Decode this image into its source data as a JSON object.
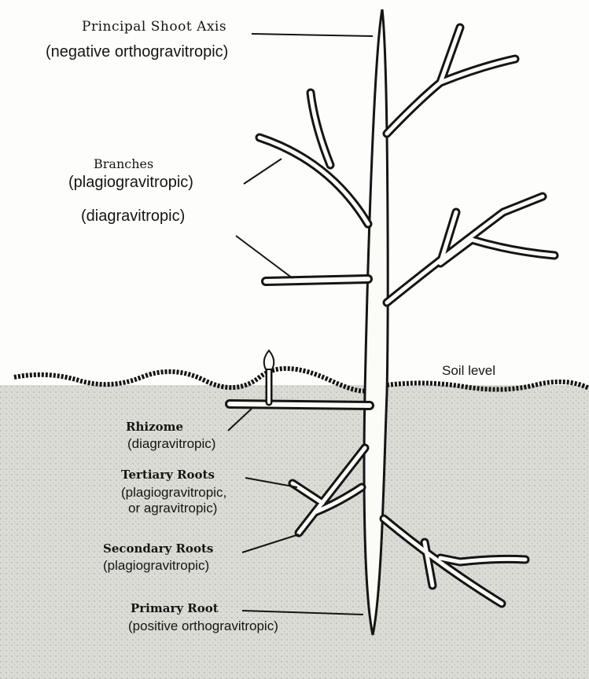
{
  "labels": {
    "principal_shoot_axis": "Principal Shoot Axis",
    "principal_shoot_axis_note": "(negative orthogravitropic)",
    "branches": "Branches",
    "branches_note_1": "(plagiogravitropic)",
    "branches_note_2": "(diagravitropic)",
    "soil_level": "Soil level",
    "rhizome": "Rhizome",
    "rhizome_note": "(diagravitropic)",
    "tertiary_roots": "Tertiary Roots",
    "tertiary_roots_note_1": "(plagiogravitropic,",
    "tertiary_roots_note_2": "or agravitropic)",
    "secondary_roots": "Secondary Roots",
    "secondary_roots_note": "(plagiogravitropic)",
    "primary_root": "Primary Root",
    "primary_root_note": "(positive orthogravitropic)"
  },
  "colors": {
    "ink": "#151515",
    "plant_fill": "#fbfbf7",
    "soil": "#dcdcd6",
    "paper": "#fdfdfb"
  }
}
